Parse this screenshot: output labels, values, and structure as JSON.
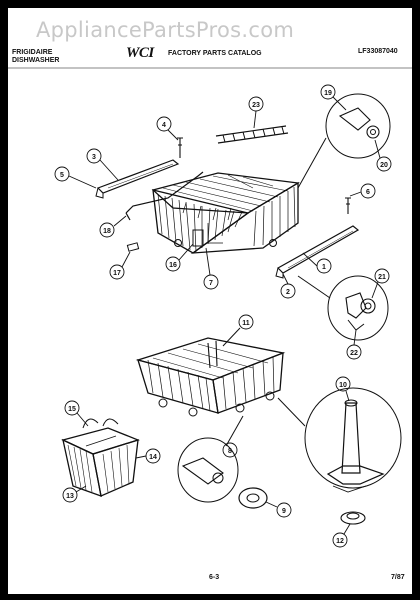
{
  "header": {
    "watermark": "AppliancePartsPros.com",
    "brand_line1": "FRIGIDAIRE",
    "brand_line2": "DISHWASHER",
    "logo": "WCI",
    "catalog_title": "FACTORY PARTS CATALOG",
    "model_number": "LF33087040"
  },
  "callouts": [
    "1",
    "2",
    "3",
    "4",
    "5",
    "6",
    "7",
    "8",
    "9",
    "10",
    "11",
    "12",
    "13",
    "14",
    "15",
    "16",
    "17",
    "18",
    "19",
    "20",
    "21",
    "22",
    "23"
  ],
  "footer": {
    "page": "6-3",
    "date": "7/87"
  }
}
